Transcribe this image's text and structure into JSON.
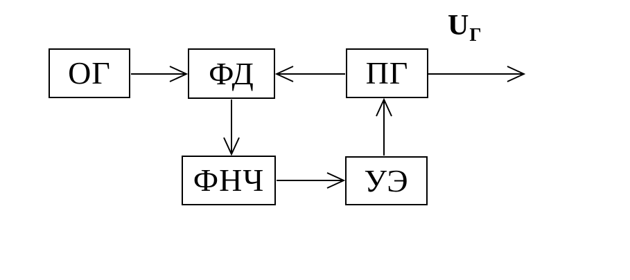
{
  "diagram": {
    "background_color": "#ffffff",
    "line_color": "#000000",
    "nodes": [
      {
        "id": "og",
        "label": "ОГ"
      },
      {
        "id": "fd",
        "label": "ФД"
      },
      {
        "id": "pg",
        "label": "ПГ"
      },
      {
        "id": "fnch",
        "label": "ФНЧ"
      },
      {
        "id": "ue",
        "label": "УЭ"
      }
    ],
    "edges": [
      {
        "from": "og",
        "to": "fd"
      },
      {
        "from": "pg",
        "to": "fd"
      },
      {
        "from": "pg",
        "to": "output",
        "label": "UГ"
      },
      {
        "from": "fd",
        "to": "fnch"
      },
      {
        "from": "fnch",
        "to": "ue"
      },
      {
        "from": "ue",
        "to": "pg"
      }
    ],
    "output_label": {
      "base": "U",
      "sub": "Г"
    }
  }
}
